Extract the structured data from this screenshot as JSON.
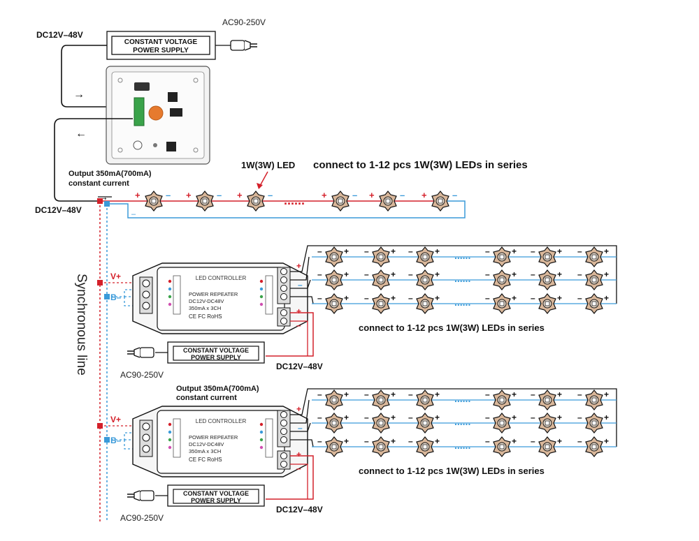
{
  "top": {
    "dc_in_label": "DC12V–48V",
    "ac_label": "AC90-250V",
    "psu_line1": "CONSTANT VOLTAGE",
    "psu_line2": "POWER SUPPLY",
    "output_line1": "Output 350mA(700mA)",
    "output_line2": "constant current",
    "dc_out_label": "DC12V–48V",
    "led_label": "1W(3W) LED",
    "series_label": "connect to 1-12 pcs 1W(3W) LEDs in series",
    "ellipsis": "......"
  },
  "sync_label": "Synchronous line",
  "repeaters": [
    {
      "title": "LED CONTROLLER",
      "model": "POWER REPEATER",
      "voltage": "DC12V-DC48V",
      "current": "350mA x 3CH",
      "certs": "CE FC RoHS",
      "v_label": "V+",
      "b_label": "B–",
      "series_label": "connect to 1-12 pcs 1W(3W) LEDs in series",
      "psu_line1": "CONSTANT VOLTAGE",
      "psu_line2": "POWER SUPPLY",
      "ac_label": "AC90-250V",
      "dc_label": "DC12V–48V",
      "ellipsis": "......"
    },
    {
      "title": "LED CONTROLLER",
      "model": "POWER REPEATER",
      "voltage": "DC12V-DC48V",
      "current": "350mA x 3CH",
      "certs": "CE FC RoHS",
      "v_label": "V+",
      "b_label": "B–",
      "series_label": "connect to 1-12 pcs 1W(3W) LEDs in series",
      "psu_line1": "CONSTANT VOLTAGE",
      "psu_line2": "POWER SUPPLY",
      "ac_label": "AC90-250V",
      "dc_label": "DC12V–48V",
      "ellipsis": "......"
    }
  ],
  "mid_output_line1": "Output 350mA(700mA)",
  "mid_output_line2": "constant current",
  "colors": {
    "red": "#d4202a",
    "blue": "#3a9ad9",
    "led_body": "#d9b79a",
    "black": "#111111"
  }
}
